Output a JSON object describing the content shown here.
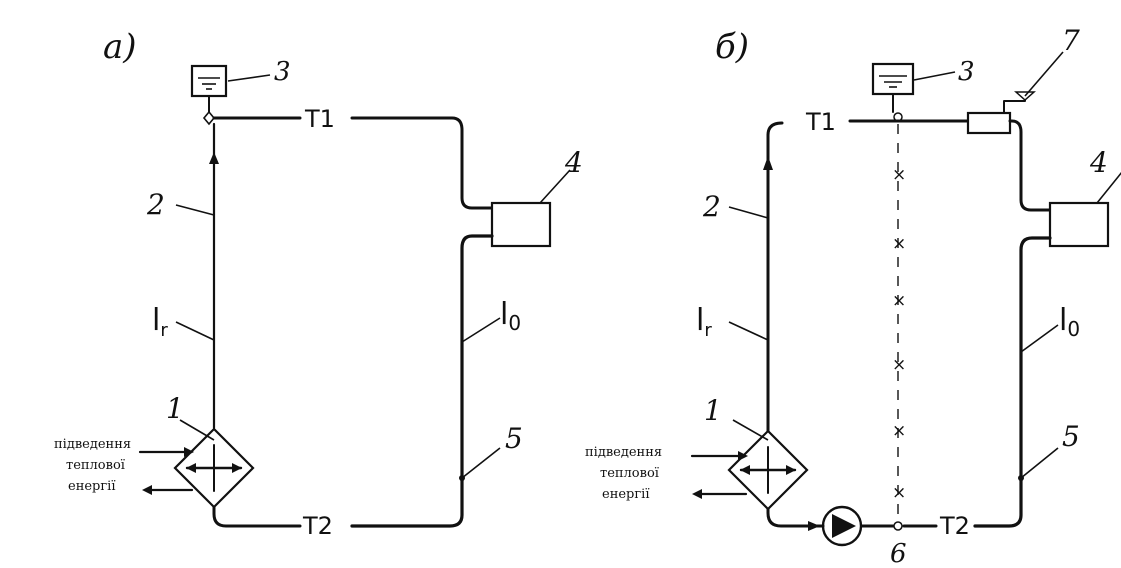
{
  "panel_a": {
    "letter": "а)",
    "label_tank": "3",
    "label_t1": "T1",
    "label_t2": "T2",
    "label_consumer": "4",
    "label_riser": "2",
    "label_lr": "l",
    "label_lr_sub": "r",
    "label_lo": "l",
    "label_lo_sub": "0",
    "label_heater": "1",
    "label_return": "5",
    "heat_supply_lines": [
      "підведення",
      "теплової",
      "енергії"
    ]
  },
  "panel_b": {
    "letter": "б)",
    "label_tank": "3",
    "label_valve": "7",
    "label_t1": "T1",
    "label_t2": "T2",
    "label_consumer": "4",
    "label_riser": "2",
    "label_lr": "l",
    "label_lr_sub": "r",
    "label_lo": "l",
    "label_lo_sub": "0",
    "label_heater": "1",
    "label_return": "5",
    "label_pump_node": "6",
    "heat_supply_lines": [
      "підведення",
      "теплової",
      "енергії"
    ]
  }
}
